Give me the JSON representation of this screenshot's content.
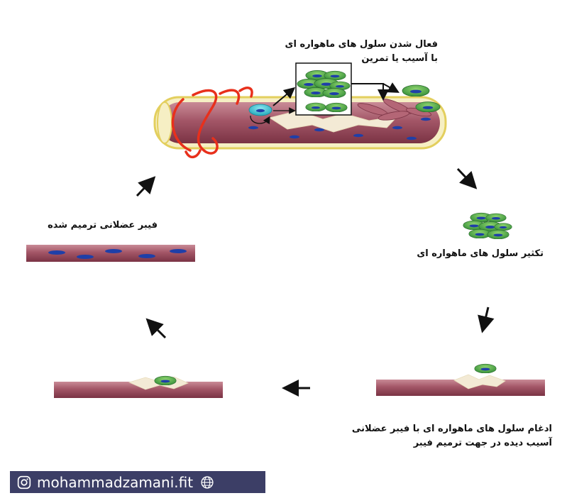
{
  "labels": {
    "activation_line1": "فعال شدن سلول های ماهواره ای",
    "activation_line2": "با آسیب یا تمرین",
    "proliferation": "تکثیر سلول های ماهواره ای",
    "fusion_line1": "ادغام سلول های ماهواره ای با فیبر عضلانی",
    "fusion_line2": "آسیب دیده در جهت ترمیم فیبر",
    "repaired": "فیبر عضلانی ترمیم شده"
  },
  "footer": {
    "handle": "mohammadzamani.fit",
    "instagram_icon": "instagram-icon",
    "globe_icon": "globe-icon"
  },
  "colors": {
    "fiber": "#9e4b5c",
    "fiber_highlight": "#c98b97",
    "nucleus": "#1f3fa8",
    "satellite_cell": "#4aa84a",
    "activated_cell": "#3bbfcf",
    "nerve": "#e8301c",
    "sheath": "#e8d77a",
    "footer_bg": "#3c3e66"
  }
}
